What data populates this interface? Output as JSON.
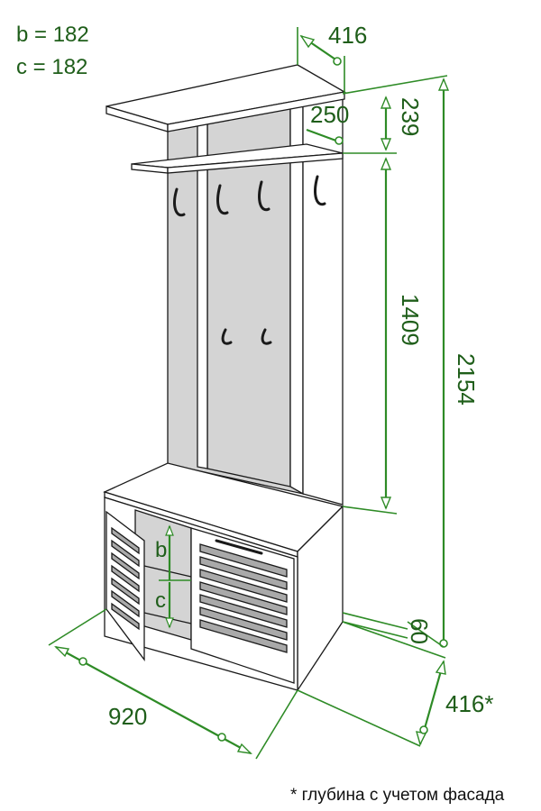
{
  "params": {
    "b": "b = 182",
    "c": "c = 182"
  },
  "dimensions": {
    "top_depth": "416",
    "upper_gap": "239",
    "shelf_depth": "250",
    "panel_height": "1409",
    "total_height": "2154",
    "plinth": "60",
    "width": "920",
    "bottom_depth": "416*"
  },
  "labels": {
    "shelf_b": "b",
    "shelf_c": "c"
  },
  "footnote": "* глубина с учетом фасада"
}
